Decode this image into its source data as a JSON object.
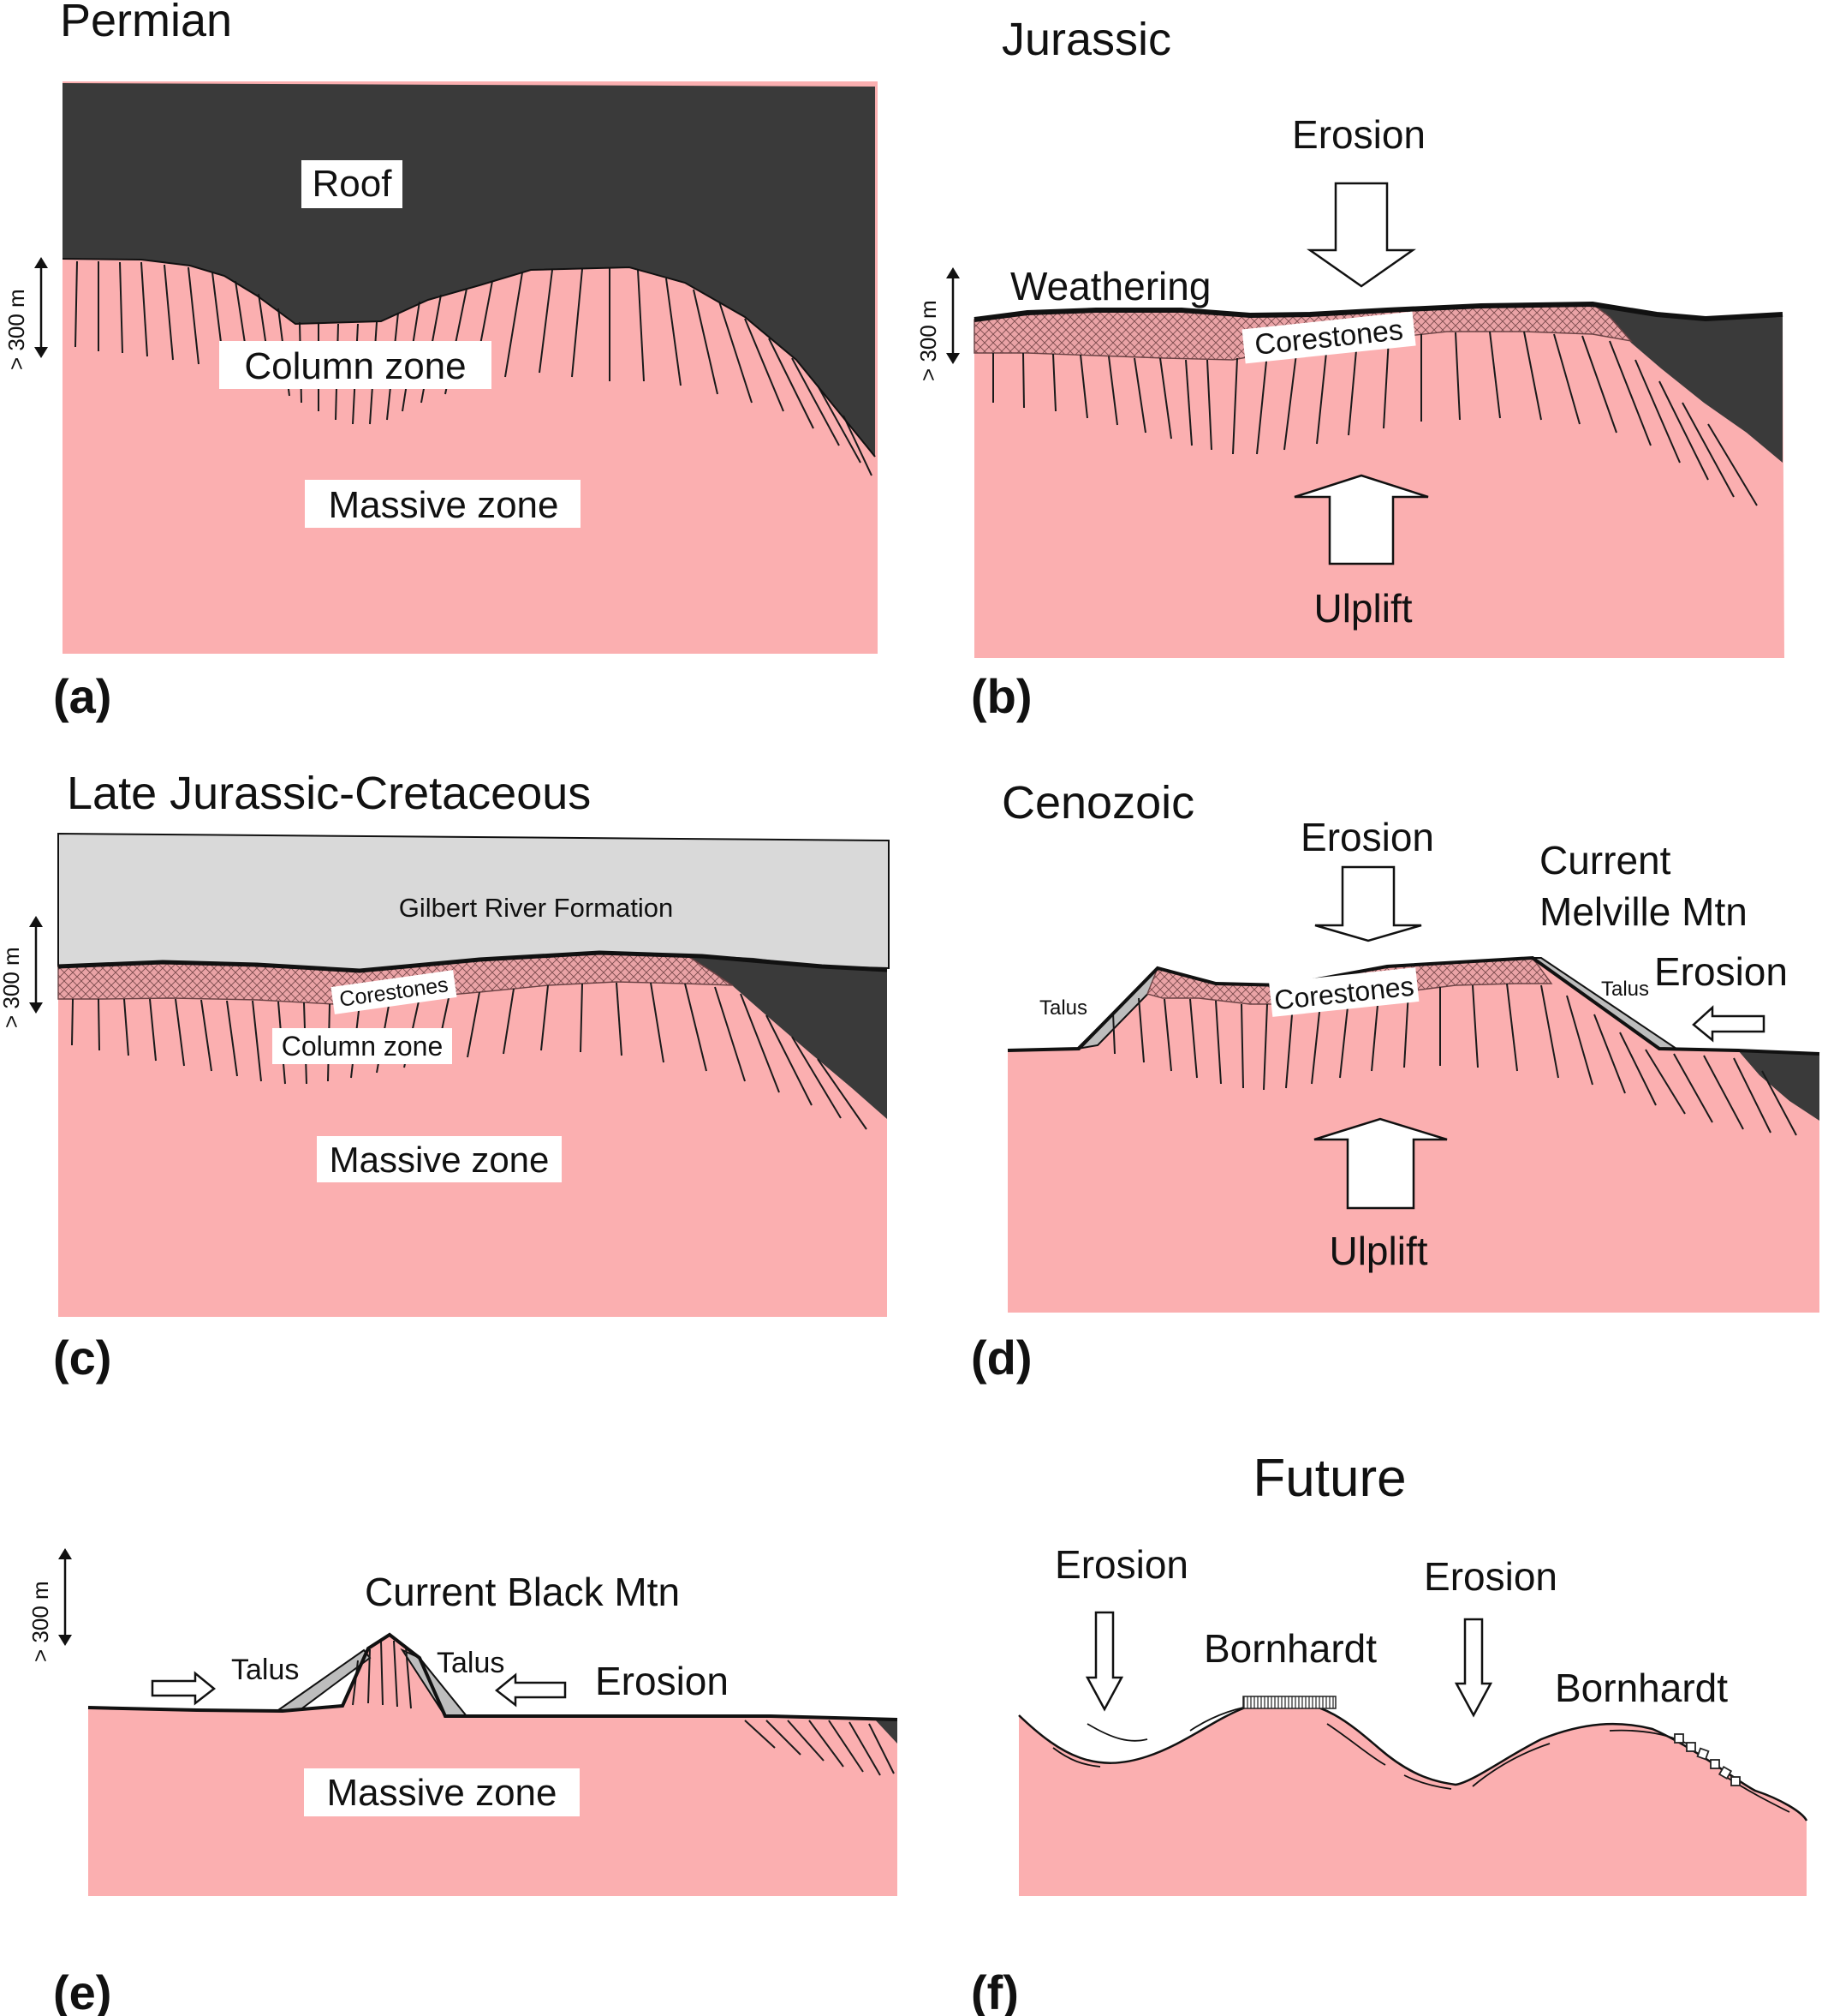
{
  "colors": {
    "massive": "#fbafb0",
    "roof": "#3a3a3a",
    "gilbert": "#d9d9d9",
    "talus": "#bdbdbd",
    "corestone_fill": "#e9a6a8",
    "outline": "#111111",
    "label_bg": "#ffffff"
  },
  "panels": {
    "a": {
      "letter": "(a)",
      "title": "Permian",
      "scale": "> 300 m",
      "labels": {
        "roof": "Roof",
        "column": "Column zone",
        "massive": "Massive zone"
      }
    },
    "b": {
      "letter": "(b)",
      "title": "Jurassic",
      "scale": "> 300 m",
      "labels": {
        "erosion": "Erosion",
        "weathering": "Weathering",
        "corestones": "Corestones",
        "uplift": "Ulplift"
      }
    },
    "c": {
      "letter": "(c)",
      "title": "Late Jurassic-Cretaceous",
      "scale": "> 300 m",
      "labels": {
        "gilbert": "Gilbert River Formation",
        "corestones": "Corestones",
        "column": "Column zone",
        "massive": "Massive zone"
      }
    },
    "d": {
      "letter": "(d)",
      "title": "Cenozoic",
      "labels": {
        "erosion_top": "Erosion",
        "current_line1": "Current",
        "current_line2": "Melville Mtn",
        "erosion_right": "Erosion",
        "talus_left": "Talus",
        "talus_right": "Talus",
        "corestones": "Corestones",
        "uplift": "Ulplift"
      }
    },
    "e": {
      "letter": "(e)",
      "scale": "> 300 m",
      "labels": {
        "current": "Current Black Mtn",
        "talus_left": "Talus",
        "talus_right": "Talus",
        "erosion": "Erosion",
        "massive": "Massive zone"
      }
    },
    "f": {
      "letter": "(f)",
      "title": "Future",
      "labels": {
        "erosion_left": "Erosion",
        "erosion_right": "Erosion",
        "bornhardt_left": "Bornhardt",
        "bornhardt_right": "Bornhardt"
      }
    }
  }
}
